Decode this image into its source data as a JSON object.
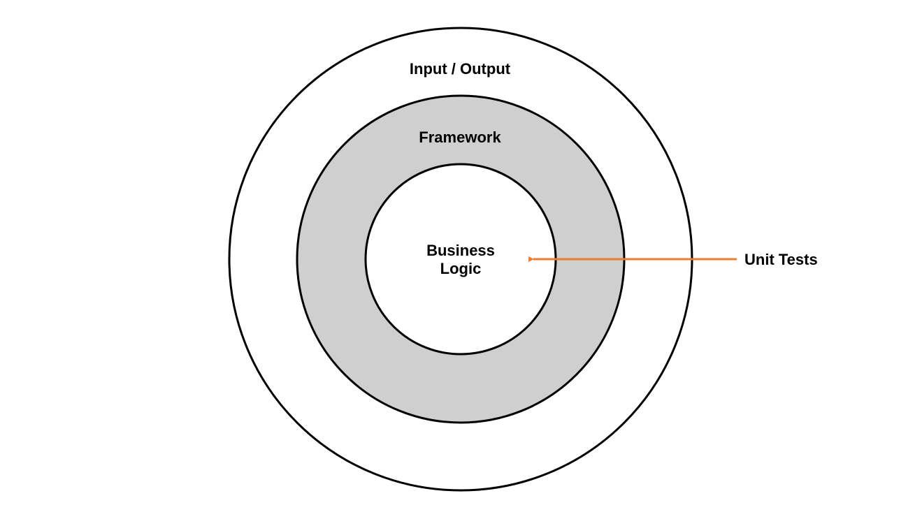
{
  "diagram": {
    "layers": {
      "outer_label": "Input / Output",
      "middle_label": "Framework",
      "inner_label_line1": "Business",
      "inner_label_line2": "Logic"
    },
    "annotation": {
      "label": "Unit Tests"
    },
    "colors": {
      "outer_fill": "#ffffff",
      "middle_fill": "#d0cfd0",
      "inner_fill": "#ffffff",
      "stroke": "#000000",
      "arrow": "#ed7d31"
    }
  }
}
